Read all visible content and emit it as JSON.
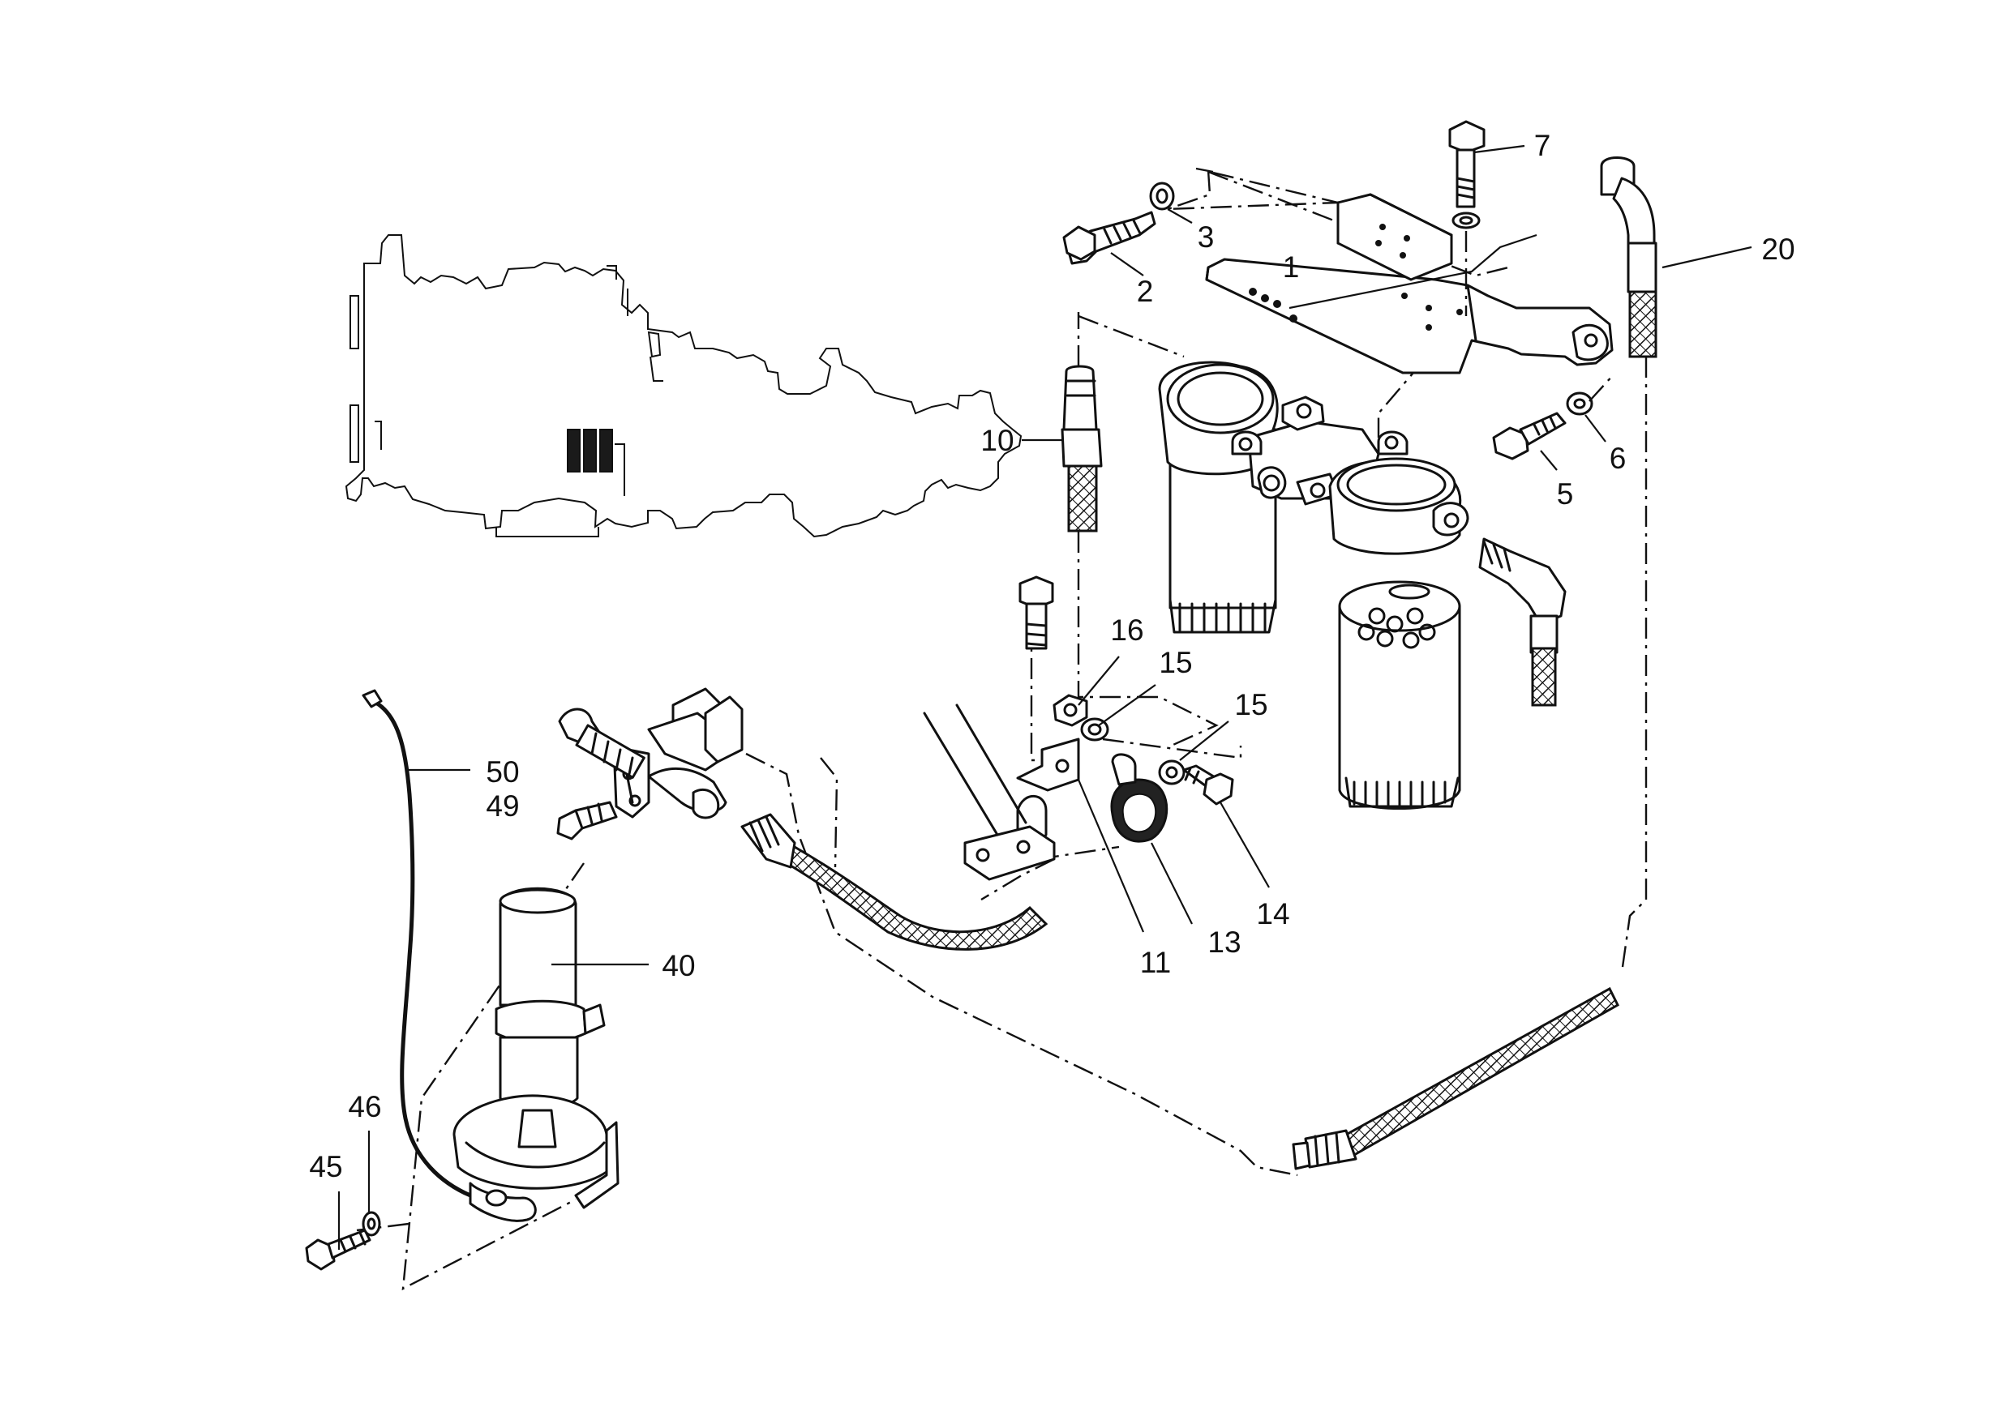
{
  "diagram": {
    "callouts": [
      {
        "id": "c1",
        "label": "1"
      },
      {
        "id": "c2",
        "label": "2"
      },
      {
        "id": "c3",
        "label": "3"
      },
      {
        "id": "c5",
        "label": "5"
      },
      {
        "id": "c6",
        "label": "6"
      },
      {
        "id": "c7",
        "label": "7"
      },
      {
        "id": "c10",
        "label": "10"
      },
      {
        "id": "c11",
        "label": "11"
      },
      {
        "id": "c13",
        "label": "13"
      },
      {
        "id": "c14",
        "label": "14"
      },
      {
        "id": "c15a",
        "label": "15"
      },
      {
        "id": "c15b",
        "label": "15"
      },
      {
        "id": "c16",
        "label": "16"
      },
      {
        "id": "c20",
        "label": "20"
      },
      {
        "id": "c40",
        "label": "40"
      },
      {
        "id": "c45",
        "label": "45"
      },
      {
        "id": "c46",
        "label": "46"
      },
      {
        "id": "c49",
        "label": "49"
      },
      {
        "id": "c50",
        "label": "50"
      }
    ]
  }
}
